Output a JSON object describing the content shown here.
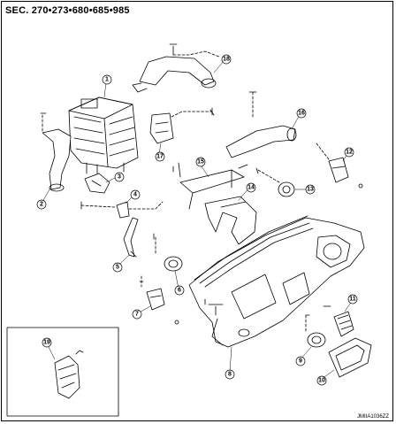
{
  "header": {
    "section_label": "SEC. 270•273•680•685•985"
  },
  "footer": {
    "figure_code": "JMIIA1036ZZ"
  },
  "callouts": [
    "1",
    "2",
    "3",
    "4",
    "5",
    "6",
    "7",
    "8",
    "9",
    "10",
    "11",
    "12",
    "13",
    "14",
    "15",
    "16",
    "17",
    "18",
    "19"
  ]
}
